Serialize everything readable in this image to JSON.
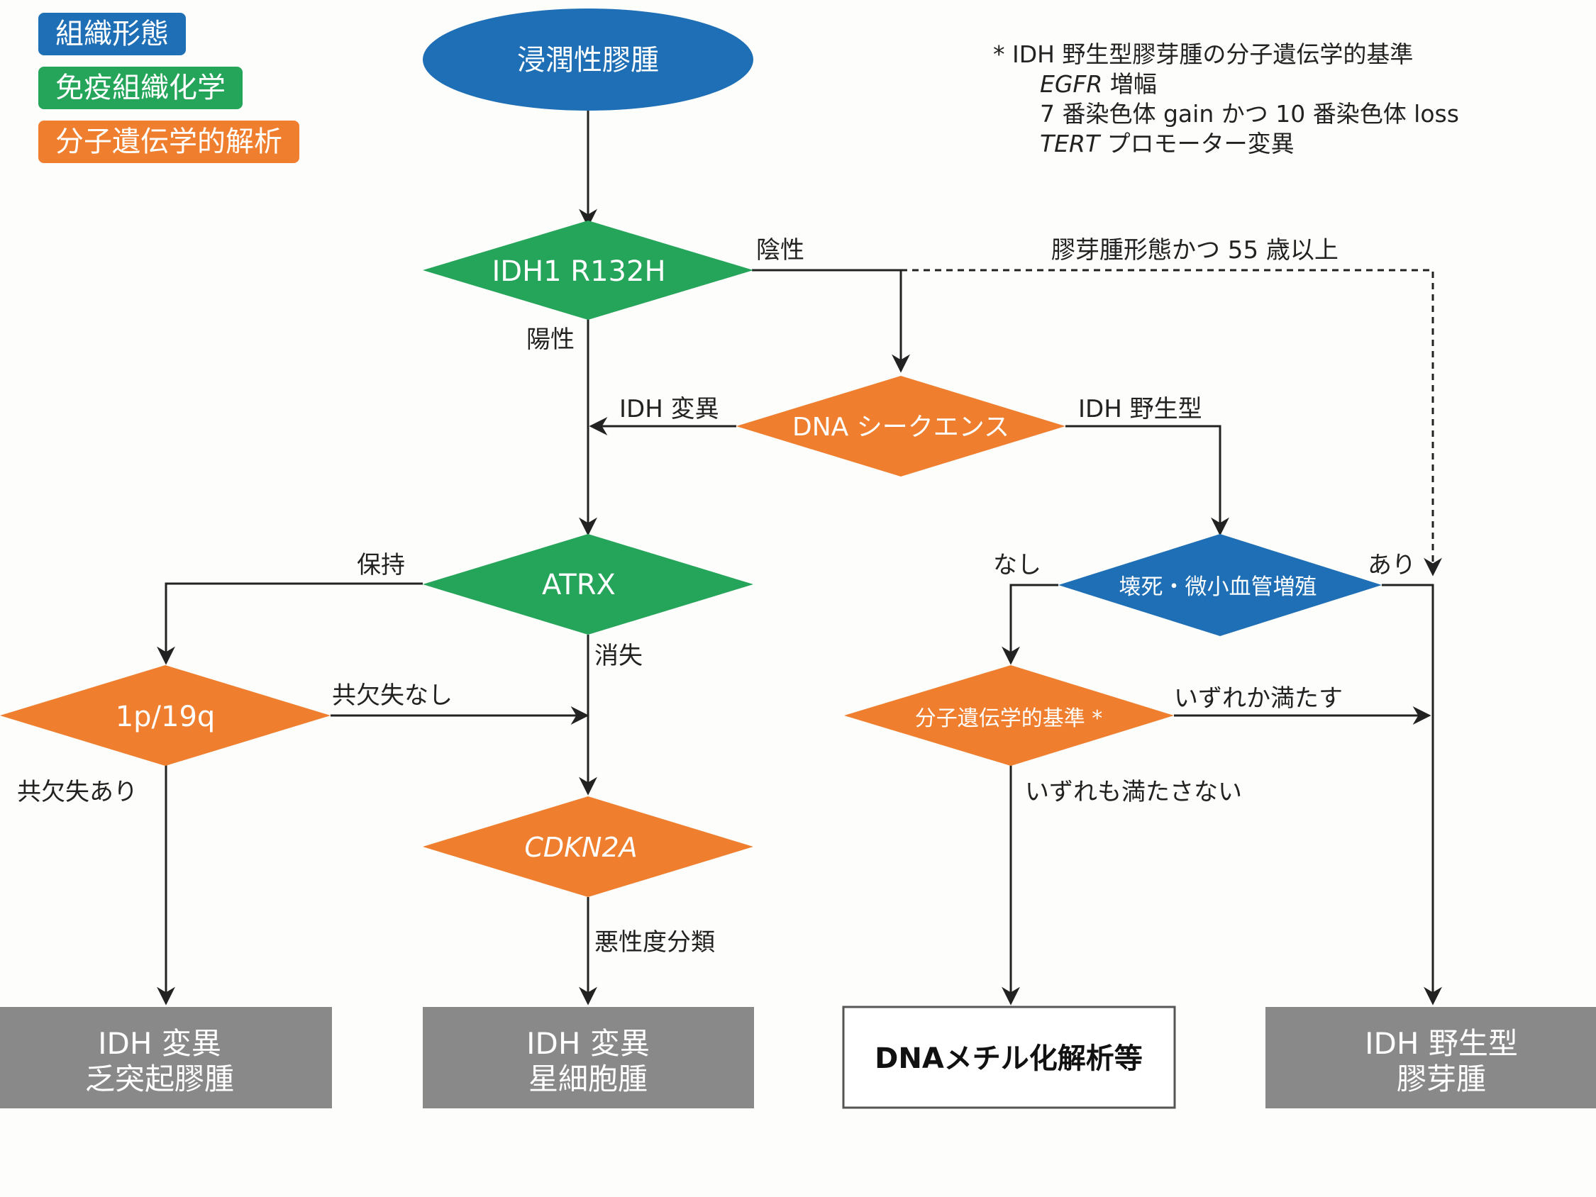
{
  "legend": [
    {
      "label": "組織形態",
      "color": "#1e6fb5"
    },
    {
      "label": "免疫組織化学",
      "color": "#25a55a"
    },
    {
      "label": "分子遺伝学的解析",
      "color": "#ef7f2e"
    }
  ],
  "note": {
    "line1": "* IDH 野生型膠芽腫の分子遺伝学的基準",
    "line2_italic": "EGFR",
    "line2_rest": " 増幅",
    "line3": "7 番染色体 gain かつ 10 番染色体 loss",
    "line4_italic": "TERT",
    "line4_rest": " プロモーター変異"
  },
  "nodes": {
    "start": "浸潤性膠腫",
    "idh1": "IDH1 R132H",
    "dna_seq": "DNA シークエンス",
    "atrx": "ATRX",
    "necrosis": "壊死・微小血管増殖",
    "codel": "1p/19q",
    "cdkn2a": "CDKN2A",
    "criteria": "分子遺伝学的基準 *"
  },
  "outcomes": {
    "oligo_1": "IDH 変異",
    "oligo_2": "乏突起膠腫",
    "astro_1": "IDH 変異",
    "astro_2": "星細胞腫",
    "methyl": "DNAメチル化解析等",
    "gbm_1": "IDH 野生型",
    "gbm_2": "膠芽腫"
  },
  "edges": {
    "negative": "陰性",
    "gbm_morph": "膠芽腫形態かつ 55 歳以上",
    "positive": "陽性",
    "idh_mut": "IDH 変異",
    "idh_wt": "IDH 野生型",
    "retained": "保持",
    "lost": "消失",
    "none": "なし",
    "present": "あり",
    "no_codel": "共欠失なし",
    "codel": "共欠失あり",
    "any_met": "いずれか満たす",
    "none_met": "いずれも満たさない",
    "grading": "悪性度分類"
  },
  "colors": {
    "blue": "#1e6fb5",
    "green": "#25a55a",
    "orange": "#ef7f2e",
    "gray": "#898989",
    "line": "#222222"
  }
}
